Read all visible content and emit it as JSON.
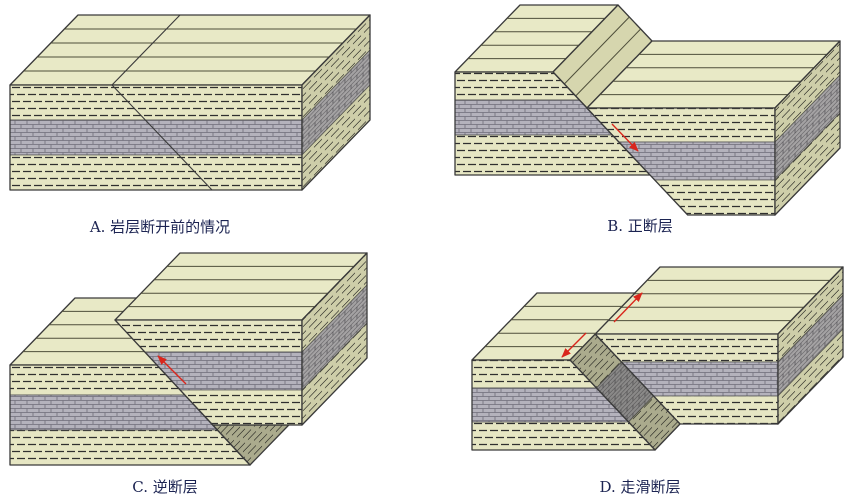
{
  "panels": {
    "a": {
      "caption": "A. 岩层断开前的情况"
    },
    "b": {
      "caption": "B. 正断层"
    },
    "c": {
      "caption": "C. 逆断层"
    },
    "d": {
      "caption": "D. 走滑断层"
    }
  },
  "colors": {
    "top_face": "#e8e9c6",
    "dashed_layer": "#e6e6c3",
    "brick_layer": "#b4b2bc",
    "outline": "#3a3a3a",
    "motion_arrow": "#d9261c",
    "caption_text": "#1c2452"
  }
}
